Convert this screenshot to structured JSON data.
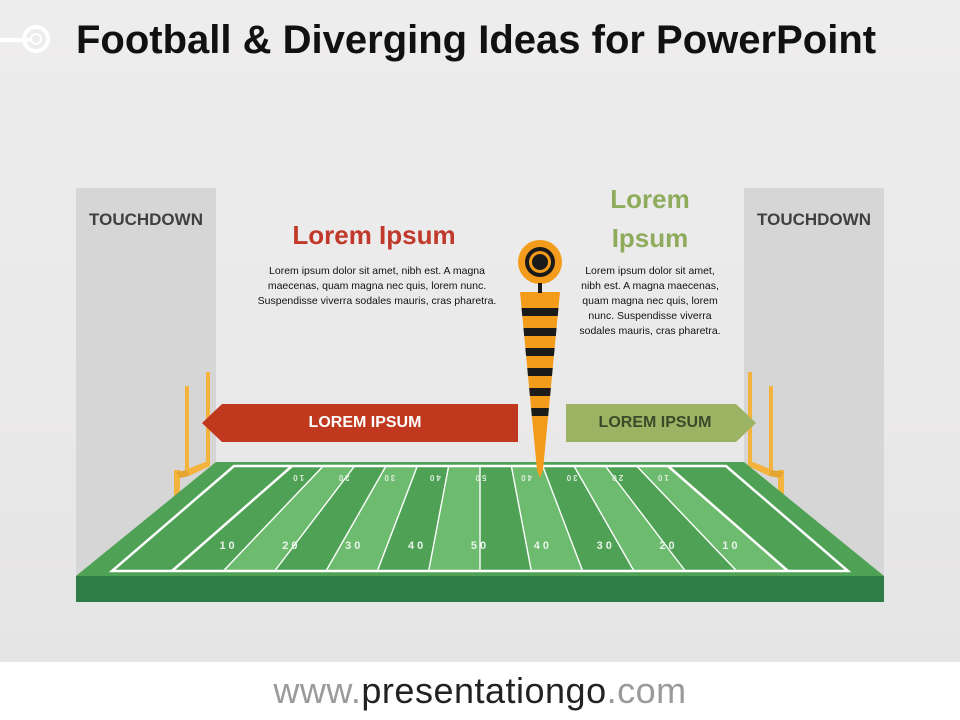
{
  "title": "Football & Diverging Ideas for PowerPoint",
  "endzones": {
    "left_label": "TOUCHDOWN",
    "right_label": "TOUCHDOWN"
  },
  "left_block": {
    "heading": "Lorem Ipsum",
    "body": "Lorem ipsum dolor sit amet, nibh est. A magna maecenas, quam magna nec quis, lorem nunc. Suspendisse viverra sodales mauris, cras pharetra.",
    "arrow_label": "LOREM IPSUM"
  },
  "right_block": {
    "heading": "Lorem Ipsum",
    "body": "Lorem ipsum dolor sit amet, nibh est. A magna maecenas, quam magna nec quis, lorem nunc. Suspendisse viverra sodales mauris, cras pharetra.",
    "arrow_label": "LOREM IPSUM"
  },
  "field": {
    "near_yard_numbers": [
      "10",
      "20",
      "30",
      "40",
      "50",
      "40",
      "30",
      "20",
      "10"
    ],
    "far_yard_numbers": [
      "10",
      "20",
      "30",
      "40",
      "50",
      "40",
      "30",
      "20",
      "10"
    ]
  },
  "footer": {
    "prefix": "www.",
    "brand": "presentationgo",
    "suffix": ".com"
  },
  "colors": {
    "left_accent": "#c0391f",
    "right_accent": "#9bb363",
    "field_green": "#4fa155",
    "field_light": "#6dbb6e",
    "field_side": "#2f7d46",
    "goalpost": "#f3b33d",
    "marker_orange": "#f39c1c",
    "marker_black": "#1a1a1a"
  },
  "icons": [
    "goalpost-icon",
    "down-marker-icon",
    "slide-pin-icon"
  ]
}
